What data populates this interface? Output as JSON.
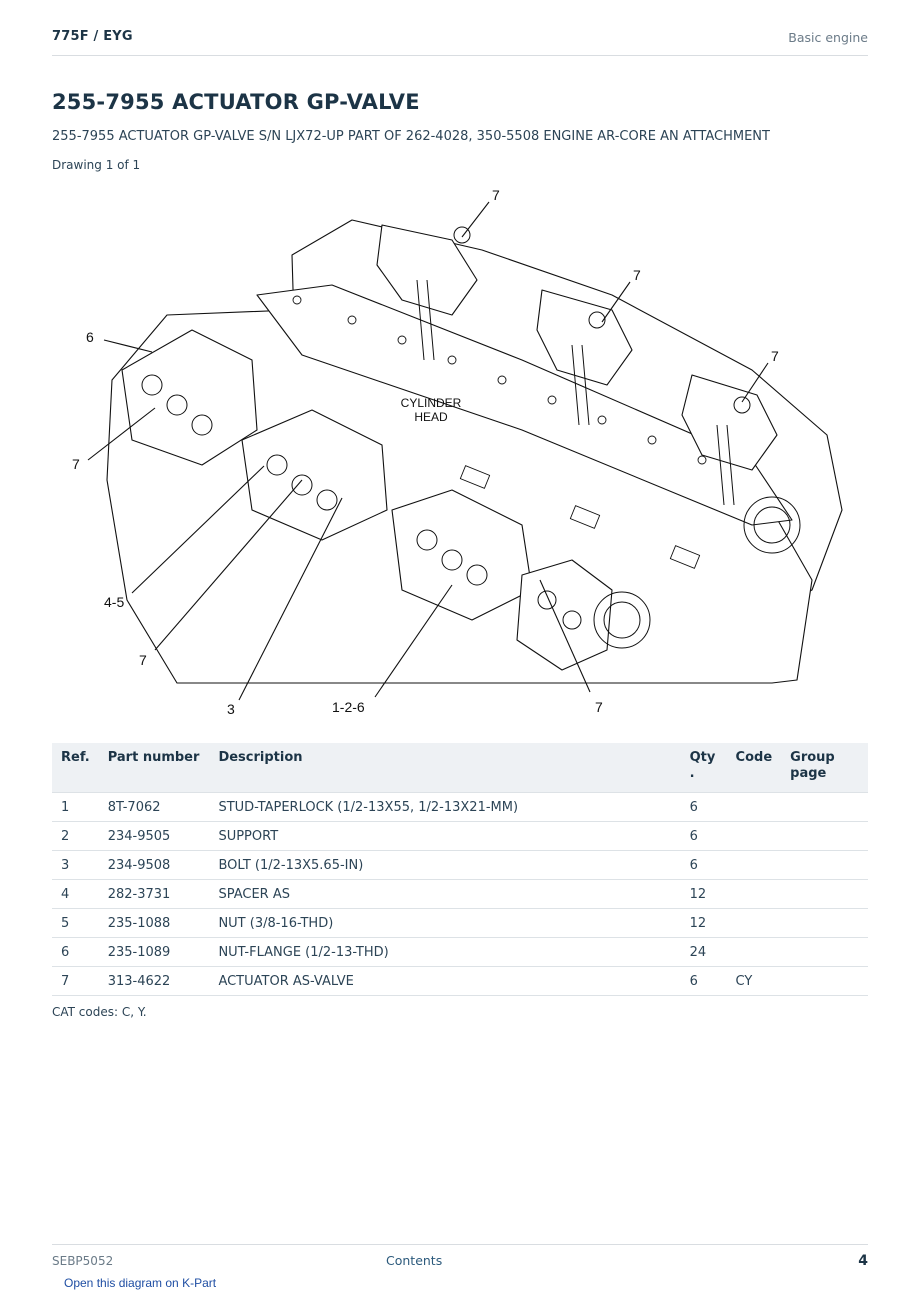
{
  "header": {
    "breadcrumb": "775F  /  EYG",
    "section": "Basic engine"
  },
  "title": "255-7955 ACTUATOR GP-VALVE",
  "subtitle": "255-7955 ACTUATOR GP-VALVE S/N LJX72-UP PART OF 262-4028, 350-5508 ENGINE AR-CORE AN ATTACHMENT",
  "drawing_label": "Drawing 1 of 1",
  "diagram": {
    "callouts": {
      "top1": "7",
      "top2": "7",
      "top3": "7",
      "left6": "6",
      "left7": "7",
      "c45": "4-5",
      "c7b": "7",
      "c3": "3",
      "c126": "1-2-6",
      "c7r": "7"
    },
    "cylinder_head_line1": "CYLINDER",
    "cylinder_head_line2": "HEAD"
  },
  "table": {
    "headers": {
      "ref": "Ref.",
      "part": "Part number",
      "desc": "Description",
      "qty": "Qty .",
      "code": "Code",
      "group": "Group page"
    },
    "rows": [
      {
        "ref": "1",
        "part": "8T-7062",
        "desc": "STUD-TAPERLOCK (1/2-13X55, 1/2-13X21-MM)",
        "qty": "6",
        "code": "",
        "group": ""
      },
      {
        "ref": "2",
        "part": "234-9505",
        "desc": "SUPPORT",
        "qty": "6",
        "code": "",
        "group": ""
      },
      {
        "ref": "3",
        "part": "234-9508",
        "desc": "BOLT (1/2-13X5.65-IN)",
        "qty": "6",
        "code": "",
        "group": ""
      },
      {
        "ref": "4",
        "part": "282-3731",
        "desc": "SPACER AS",
        "qty": "12",
        "code": "",
        "group": ""
      },
      {
        "ref": "5",
        "part": "235-1088",
        "desc": "NUT (3/8-16-THD)",
        "qty": "12",
        "code": "",
        "group": ""
      },
      {
        "ref": "6",
        "part": "235-1089",
        "desc": "NUT-FLANGE (1/2-13-THD)",
        "qty": "24",
        "code": "",
        "group": ""
      },
      {
        "ref": "7",
        "part": "313-4622",
        "desc": "ACTUATOR AS-VALVE",
        "qty": "6",
        "code": "CY",
        "group": ""
      }
    ]
  },
  "cat_codes": "CAT codes: C, Y.",
  "footer": {
    "doc_id": "SEBP5052",
    "contents": "Contents",
    "page": "4"
  },
  "kpart_link": "Open this diagram on K-Part"
}
